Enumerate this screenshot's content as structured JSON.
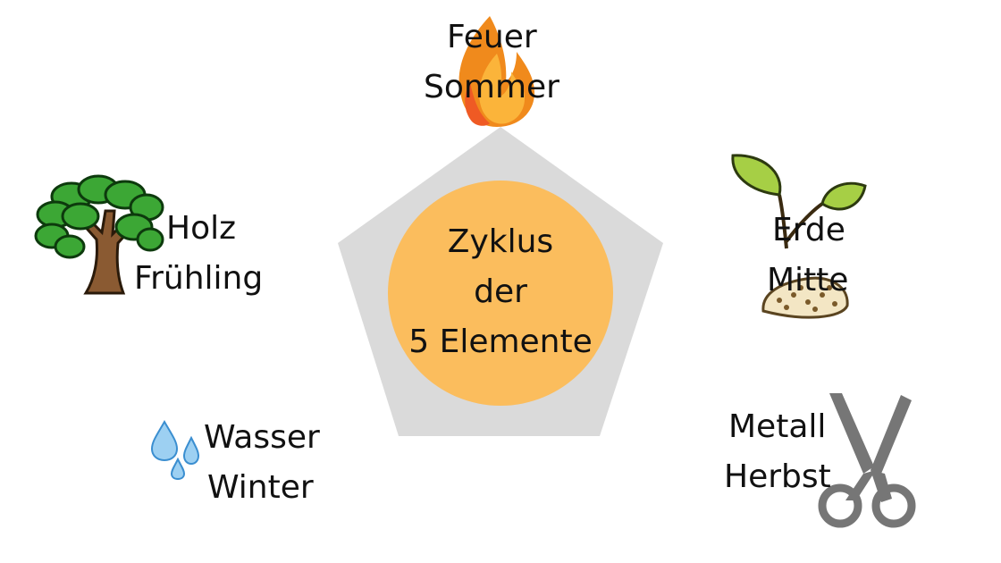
{
  "diagram": {
    "center": {
      "line1": "Zyklus",
      "line2": "der",
      "line3": "5 Elemente"
    },
    "elements": {
      "feuer": {
        "name": "Feuer",
        "season": "Sommer",
        "icon": "flame-icon"
      },
      "holz": {
        "name": "Holz",
        "season": "Frühling",
        "icon": "tree-icon"
      },
      "erde": {
        "name": "Erde",
        "season": "Mitte",
        "icon": "seedling-icon"
      },
      "wasser": {
        "name": "Wasser",
        "season": "Winter",
        "icon": "water-drops-icon"
      },
      "metall": {
        "name": "Metall",
        "season": "Herbst",
        "icon": "scissors-icon"
      }
    },
    "colors": {
      "pentagon": "#dadada",
      "circle": "#fbbd5d",
      "leaf": "#a6cf45",
      "water": "#74b9e8",
      "metal": "#767676"
    }
  }
}
